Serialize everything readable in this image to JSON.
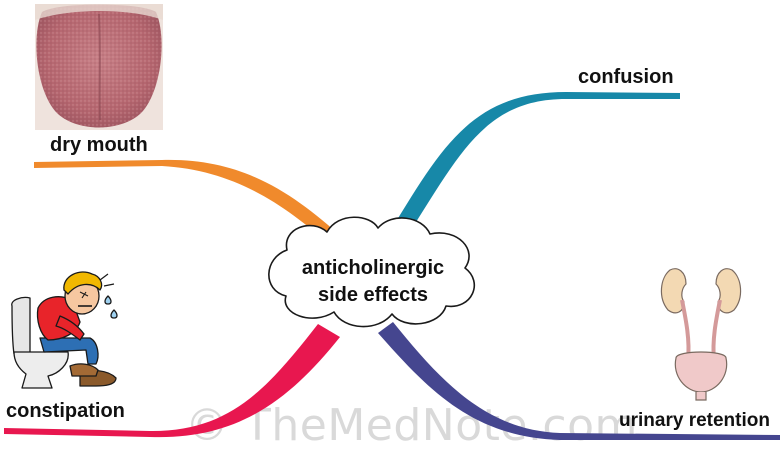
{
  "center": {
    "line1": "anticholinergic",
    "line2": "side effects"
  },
  "branches": [
    {
      "id": "dry-mouth",
      "label": "dry mouth",
      "color": "#f08a2c",
      "icon": "dry-tongue-photo"
    },
    {
      "id": "confusion",
      "label": "confusion",
      "color": "#1788a8",
      "icon": ""
    },
    {
      "id": "constipation",
      "label": "constipation",
      "color": "#e8174f",
      "icon": "straining-man-on-toilet-cartoon"
    },
    {
      "id": "urinary-retention",
      "label": "urinary retention",
      "color": "#45468f",
      "icon": "urinary-tract-kidneys-bladder"
    }
  ],
  "watermark": "© TheMedNote.com"
}
